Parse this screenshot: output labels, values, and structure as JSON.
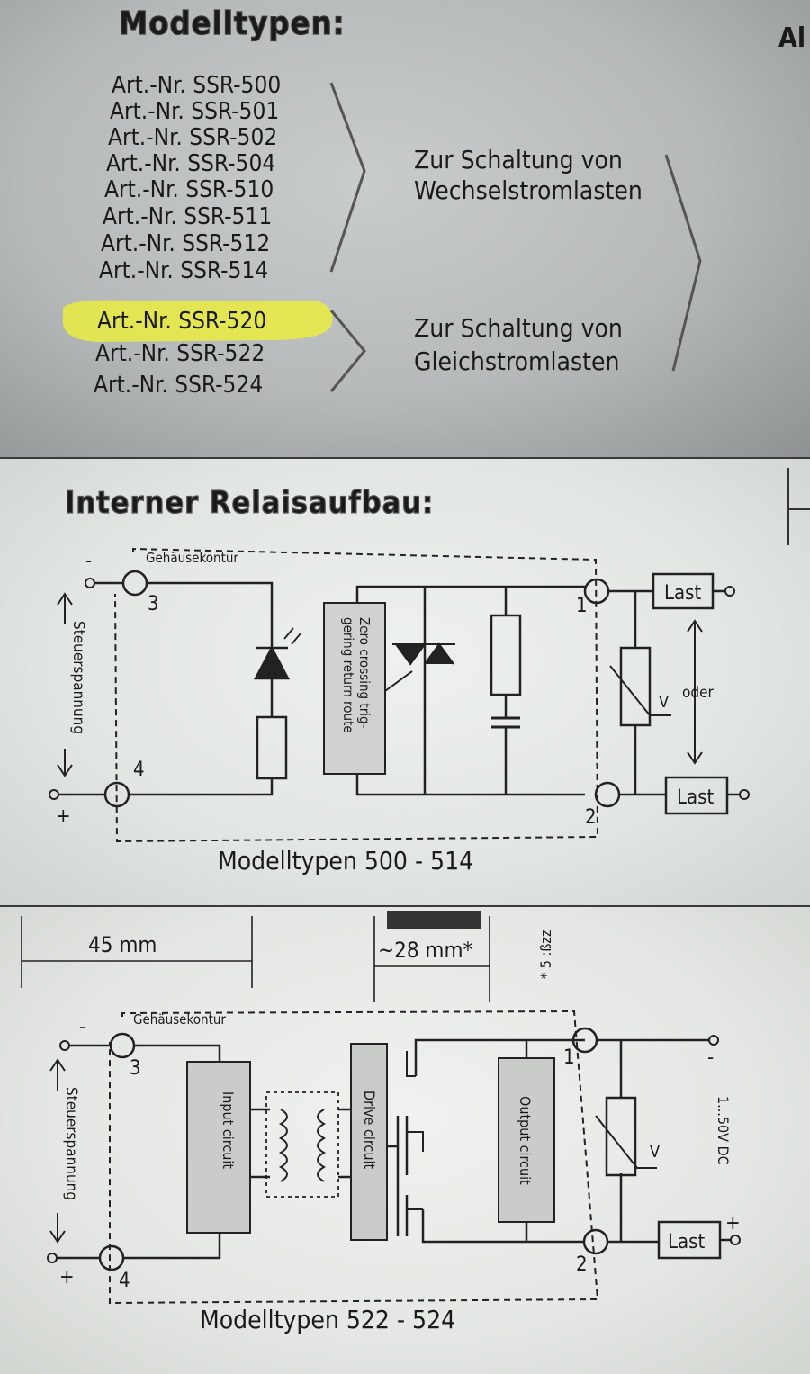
{
  "top": {
    "heading": "Modelltypen:",
    "edge_text": "Al",
    "group_ac": {
      "items": [
        "Art.-Nr. SSR-500",
        "Art.-Nr. SSR-501",
        "Art.-Nr. SSR-502",
        "Art.-Nr. SSR-504",
        "Art.-Nr. SSR-510",
        "Art.-Nr. SSR-511",
        "Art.-Nr. SSR-512",
        "Art.-Nr. SSR-514"
      ],
      "line1": "Zur Schaltung von",
      "line2": "Wechselstromlasten"
    },
    "group_dc": {
      "items": [
        "Art.-Nr. SSR-520",
        "Art.-Nr. SSR-522",
        "Art.-Nr. SSR-524"
      ],
      "line1": "Zur Schaltung von",
      "line2": "Gleichstromlasten"
    },
    "highlight_color": "#e6e84a"
  },
  "middle": {
    "heading": "Interner Relaisaufbau:",
    "housing": "Gehäusekontur",
    "control_voltage": "Steuerspannung",
    "minus": "-",
    "plus": "+",
    "pin1": "1",
    "pin2": "2",
    "pin3": "3",
    "pin4": "4",
    "zero_line1": "Zero crossing trig-",
    "zero_line2": "gering return route",
    "varistor": "V",
    "last_top": "Last",
    "last_bottom": "Last",
    "oder": "oder",
    "caption": "Modelltypen 500 - 514"
  },
  "bottom": {
    "dim1": "45 mm",
    "dim2": "~28 mm*",
    "note": "* 5 :ßzz",
    "housing": "Gehäusekontur",
    "control_voltage": "Steuerspannung",
    "minus": "-",
    "plus": "+",
    "pin1": "1",
    "pin2": "2",
    "pin3": "3",
    "pin4": "4",
    "input": "Input circuit",
    "drive": "Drive circuit",
    "output": "Output circuit",
    "varistor": "V",
    "range": "1...50V DC",
    "load": "Last",
    "minus2": "-",
    "plus2": "+",
    "caption": "Modelltypen 522 - 524"
  }
}
